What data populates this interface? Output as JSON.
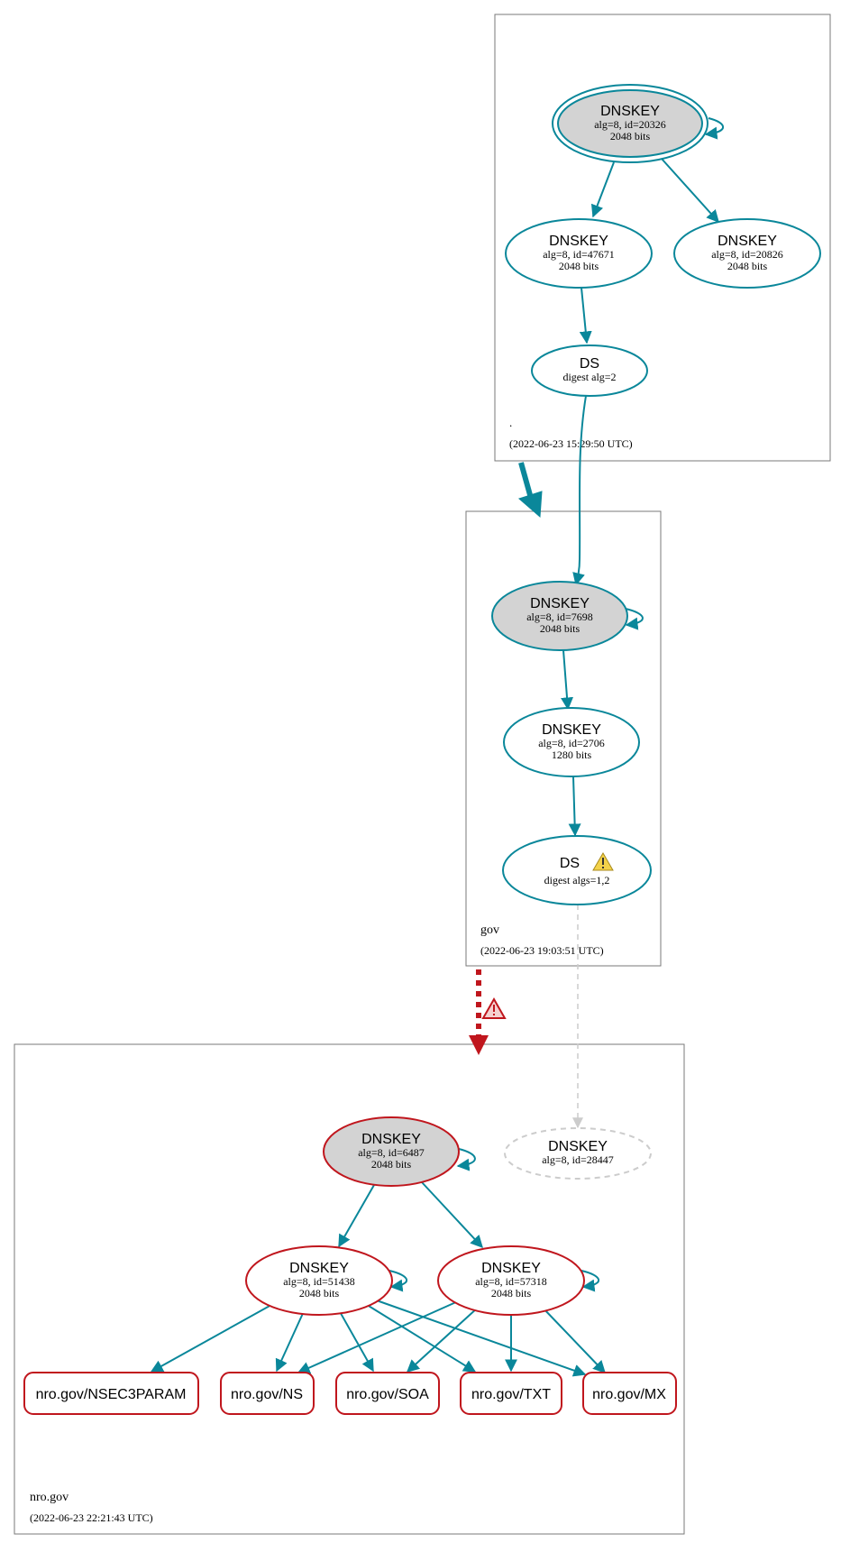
{
  "colors": {
    "teal": "#0a879a",
    "red": "#c0161d",
    "gray_border": "#7a7a7a",
    "gray_dash": "#cccccc",
    "node_fill_gray": "#d3d3d3",
    "warn_yellow": "#f3d24a"
  },
  "zones": {
    "root": {
      "name": ".",
      "timestamp": "(2022-06-23 15:29:50 UTC)"
    },
    "gov": {
      "name": "gov",
      "timestamp": "(2022-06-23 19:03:51 UTC)"
    },
    "nro": {
      "name": "nro.gov",
      "timestamp": "(2022-06-23 22:21:43 UTC)"
    }
  },
  "nodes": {
    "root_ksk": {
      "title": "DNSKEY",
      "line1": "alg=8, id=20326",
      "line2": "2048 bits"
    },
    "root_zsk1": {
      "title": "DNSKEY",
      "line1": "alg=8, id=47671",
      "line2": "2048 bits"
    },
    "root_zsk2": {
      "title": "DNSKEY",
      "line1": "alg=8, id=20826",
      "line2": "2048 bits"
    },
    "root_ds": {
      "title": "DS",
      "line1": "digest alg=2"
    },
    "gov_ksk": {
      "title": "DNSKEY",
      "line1": "alg=8, id=7698",
      "line2": "2048 bits"
    },
    "gov_zsk": {
      "title": "DNSKEY",
      "line1": "alg=8, id=2706",
      "line2": "1280 bits"
    },
    "gov_ds": {
      "title": "DS",
      "line1": "digest algs=1,2"
    },
    "nro_ksk": {
      "title": "DNSKEY",
      "line1": "alg=8, id=6487",
      "line2": "2048 bits"
    },
    "nro_missing": {
      "title": "DNSKEY",
      "line1": "alg=8, id=28447"
    },
    "nro_zsk1": {
      "title": "DNSKEY",
      "line1": "alg=8, id=51438",
      "line2": "2048 bits"
    },
    "nro_zsk2": {
      "title": "DNSKEY",
      "line1": "alg=8, id=57318",
      "line2": "2048 bits"
    }
  },
  "records": {
    "nsec3param": "nro.gov/NSEC3PARAM",
    "ns": "nro.gov/NS",
    "soa": "nro.gov/SOA",
    "txt": "nro.gov/TXT",
    "mx": "nro.gov/MX"
  },
  "icons": {
    "ds_warning": "warning-triangle-yellow",
    "delegation_error": "error-triangle-red"
  }
}
